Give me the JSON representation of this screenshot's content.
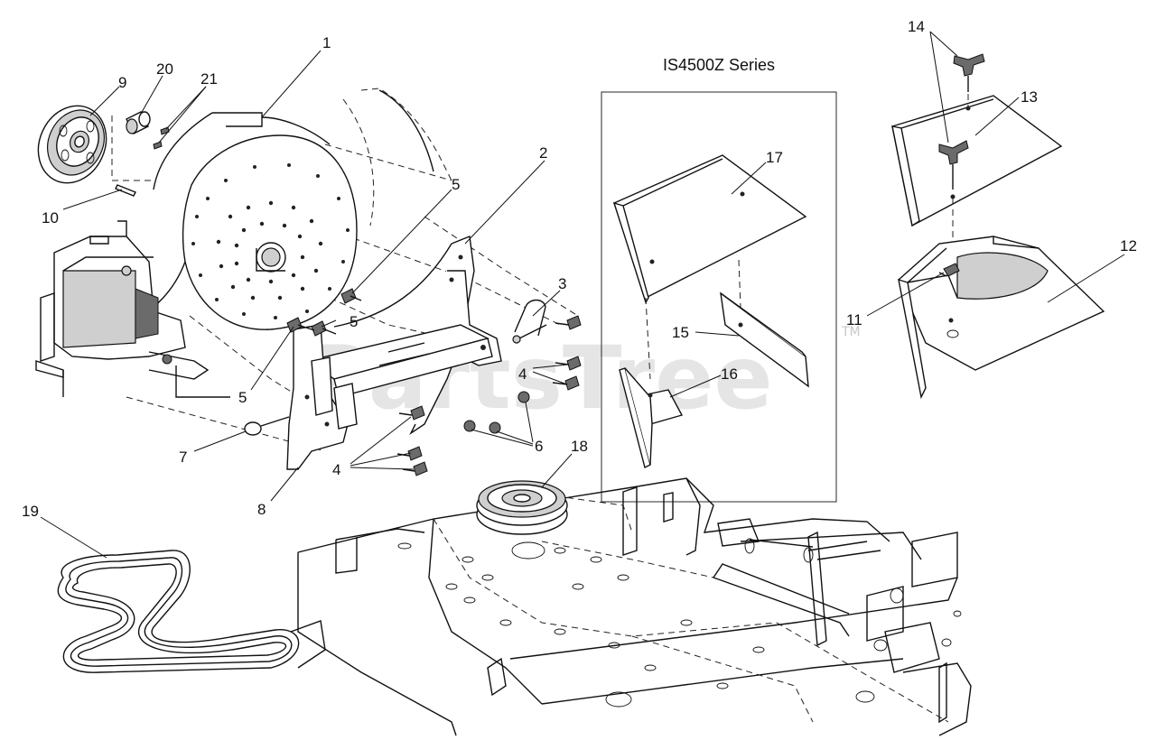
{
  "diagram": {
    "series_title": "IS4500Z Series",
    "watermark": "PartsTree",
    "watermark_mark": "TM",
    "callouts": [
      {
        "id": "c1",
        "label": "1"
      },
      {
        "id": "c2",
        "label": "2"
      },
      {
        "id": "c3",
        "label": "3"
      },
      {
        "id": "c4a",
        "label": "4"
      },
      {
        "id": "c4b",
        "label": "4"
      },
      {
        "id": "c5a",
        "label": "5"
      },
      {
        "id": "c5b",
        "label": "5"
      },
      {
        "id": "c5c",
        "label": "5"
      },
      {
        "id": "c6",
        "label": "6"
      },
      {
        "id": "c7",
        "label": "7"
      },
      {
        "id": "c8",
        "label": "8"
      },
      {
        "id": "c9",
        "label": "9"
      },
      {
        "id": "c10",
        "label": "10"
      },
      {
        "id": "c11",
        "label": "11"
      },
      {
        "id": "c12",
        "label": "12"
      },
      {
        "id": "c13",
        "label": "13"
      },
      {
        "id": "c14",
        "label": "14"
      },
      {
        "id": "c15",
        "label": "15"
      },
      {
        "id": "c16",
        "label": "16"
      },
      {
        "id": "c17",
        "label": "17"
      },
      {
        "id": "c18",
        "label": "18"
      },
      {
        "id": "c19",
        "label": "19"
      },
      {
        "id": "c20",
        "label": "20"
      },
      {
        "id": "c21",
        "label": "21"
      }
    ]
  }
}
